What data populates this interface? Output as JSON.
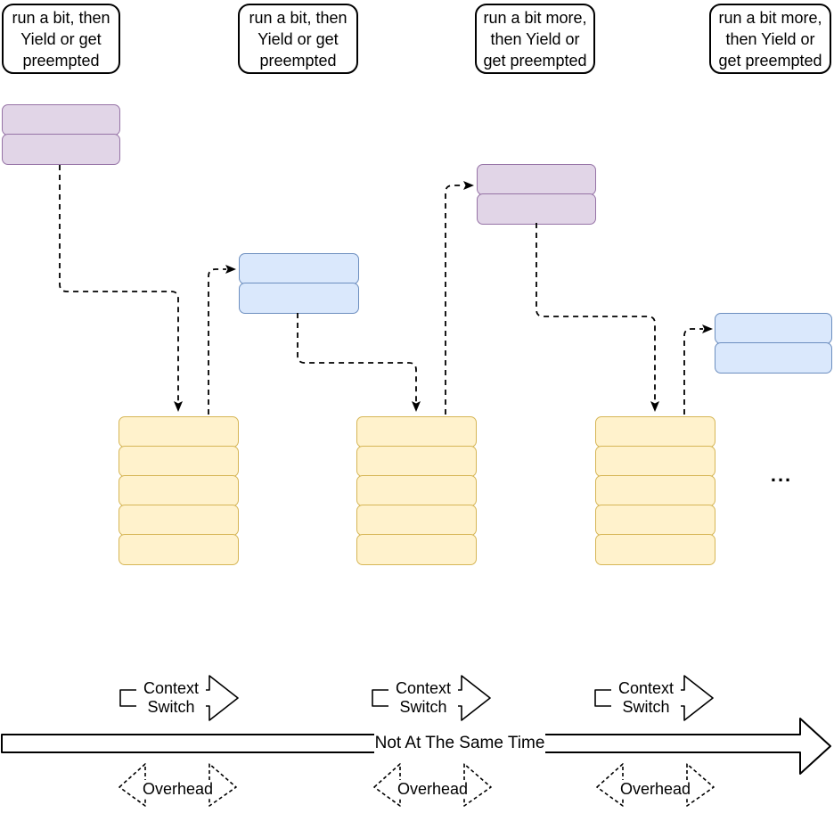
{
  "palette": {
    "purple_fill": "#E1D5E7",
    "purple_stroke": "#9673A6",
    "blue_fill": "#DAE8FC",
    "blue_stroke": "#6C8EBF",
    "yellow_fill": "#FFF2CC",
    "yellow_stroke": "#D6B656",
    "line": "#000000"
  },
  "callouts": [
    {
      "lines": [
        "run a bit, then",
        "Yield or get",
        "preempted"
      ]
    },
    {
      "lines": [
        "run a bit, then",
        "Yield or get",
        "preempted"
      ]
    },
    {
      "lines": [
        "run a bit more,",
        "then Yield or",
        "get preempted"
      ]
    },
    {
      "lines": [
        "run a bit more,",
        "then Yield or",
        "get preempted"
      ]
    }
  ],
  "stacks": [
    {
      "id": "running-task-1",
      "color": "purple",
      "slots": 2
    },
    {
      "id": "next-task-1",
      "color": "blue",
      "slots": 2
    },
    {
      "id": "running-task-2",
      "color": "purple",
      "slots": 2
    },
    {
      "id": "next-task-2",
      "color": "blue",
      "slots": 2
    },
    {
      "id": "run-queue-1",
      "color": "yellow",
      "slots": 5
    },
    {
      "id": "run-queue-2",
      "color": "yellow",
      "slots": 5
    },
    {
      "id": "run-queue-3",
      "color": "yellow",
      "slots": 5
    }
  ],
  "ellipsis": "...",
  "timeline": {
    "context_switches": [
      {
        "line1": "Context",
        "line2": "Switch"
      },
      {
        "line1": "Context",
        "line2": "Switch"
      },
      {
        "line1": "Context",
        "line2": "Switch"
      }
    ],
    "axis_label": "Not At The Same Time",
    "overheads": [
      "Overhead",
      "Overhead",
      "Overhead"
    ]
  }
}
